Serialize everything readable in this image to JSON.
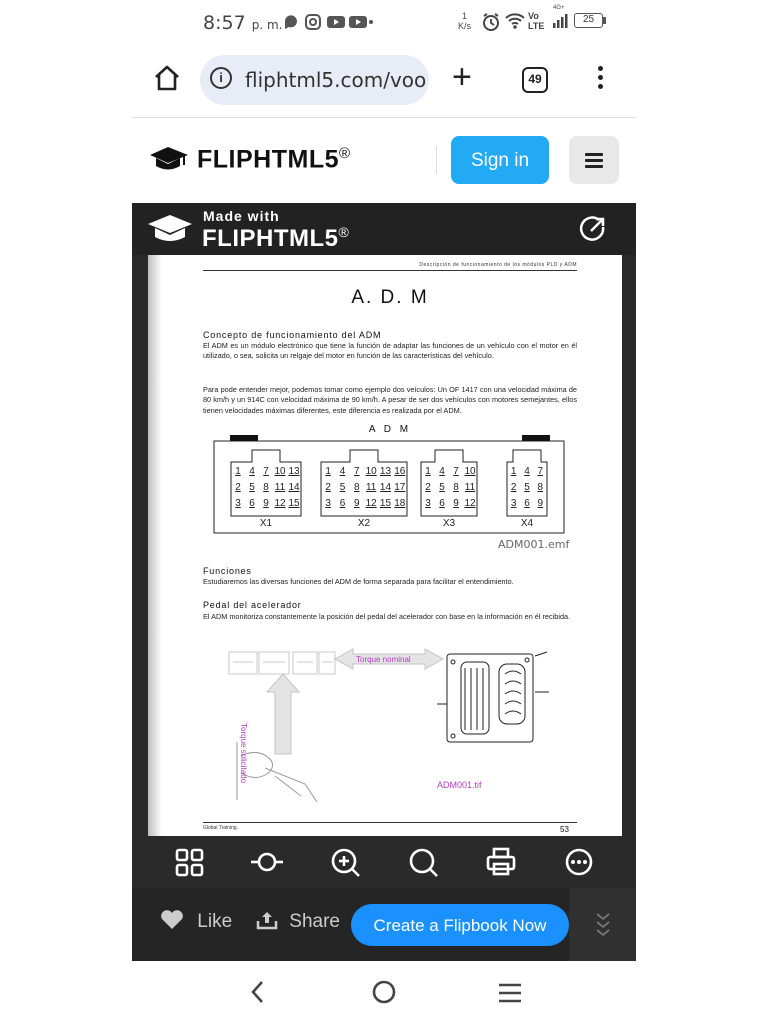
{
  "status": {
    "time": "8:57",
    "ampm": "p. m.",
    "net_speed_top": "1",
    "net_speed_bottom": "K/s",
    "volte_top": "Vo",
    "volte_bottom": "LTE",
    "signal_tag": "4G+",
    "battery": "25"
  },
  "browser": {
    "url": "fliphtml5.com/voo",
    "tab_count": "49"
  },
  "site_header": {
    "brand": "FLIPHTML5",
    "reg": "®",
    "sign_in": "Sign in"
  },
  "viewer": {
    "made_with": "Made with",
    "brand": "FLIPHTML5",
    "reg": "®"
  },
  "document": {
    "running_header": "Descripción de funcionamiento de los módulos PLD y ADM",
    "title": "A. D. M",
    "sec1_heading": "Concepto de funcionamiento del ADM",
    "sec1_p1": "El ADM es un módulo electrónico que tiene la función de adaptar las funciones de un vehículo con el motor en él utilizado, o sea, solicita un relgaje del motor en función de las características del vehículo.",
    "sec1_p2": "Para pode entender mejor, podemos tomar como ejemplo dos veículos: Un OF 1417 con una velocidad máxima de 80 km/h y un 914C con velocidad máxima de 90 km/h. A pesar de ser dos vehículos con motores semejantes, ellos tienen velocidades máximas diferentes, este diferencia es realizada por el ADM.",
    "diagram_title": "A D M",
    "connectors": [
      {
        "label": "X1",
        "rows": [
          [
            "1",
            "4",
            "7",
            "10",
            "13"
          ],
          [
            "2",
            "5",
            "8",
            "11",
            "14"
          ],
          [
            "3",
            "6",
            "9",
            "12",
            "15"
          ]
        ]
      },
      {
        "label": "X2",
        "rows": [
          [
            "1",
            "4",
            "7",
            "10",
            "13",
            "16"
          ],
          [
            "2",
            "5",
            "8",
            "11",
            "14",
            "17"
          ],
          [
            "3",
            "6",
            "9",
            "12",
            "15",
            "18"
          ]
        ]
      },
      {
        "label": "X3",
        "rows": [
          [
            "1",
            "4",
            "7",
            "10"
          ],
          [
            "2",
            "5",
            "8",
            "11"
          ],
          [
            "3",
            "6",
            "9",
            "12"
          ]
        ]
      },
      {
        "label": "X4",
        "rows": [
          [
            "1",
            "4",
            "7"
          ],
          [
            "2",
            "5",
            "8"
          ],
          [
            "3",
            "6",
            "9"
          ]
        ]
      }
    ],
    "diagram_caption": "ADM001.emf",
    "sec2_heading": "Funciones",
    "sec2_p": "Estudiaremos las diversas funciones del ADM de forma separada para facilitar el entendimiento.",
    "sec3_heading": "Pedal del acelerador",
    "sec3_p": "El ADM monitoriza constantemente la posición del pedal del acelerador con base en la información en él recibida.",
    "torque_nominal": "Torque nominal",
    "torque_solicitado": "Torque solicitado",
    "figure_caption": "ADM001.tif",
    "footer_left": "Global Training.",
    "page_number": "53"
  },
  "bottom": {
    "like": "Like",
    "share": "Share",
    "create": "Create a Flipbook Now"
  },
  "colors": {
    "accent": "#22aaf5",
    "create_button": "#1a91ff",
    "viewer_bg": "#2a2a2a",
    "annotation_purple": "#b040c0"
  }
}
